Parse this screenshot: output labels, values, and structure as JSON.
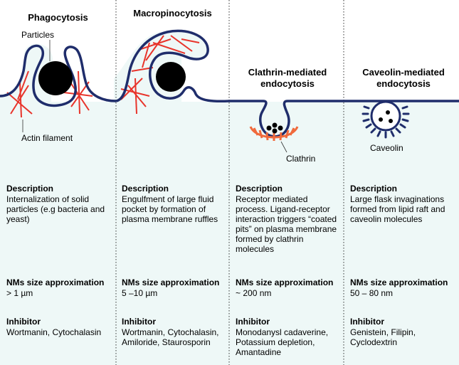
{
  "colors": {
    "membrane": "#1f2d6b",
    "actin": "#e8342b",
    "clathrin": "#f06a3c",
    "cytoplasm": "#eef8f7",
    "particle": "#000000"
  },
  "labels": {
    "particles": "Particles",
    "actin_filament": "Actin filament",
    "clathrin": "Clathrin",
    "caveolin": "Caveolin"
  },
  "columns": [
    {
      "title": "Phagocytosis",
      "description_heading": "Description",
      "description": "Internalization of solid particles (e.g bacteria and yeast)",
      "size_heading": "NMs size approximation",
      "size": "> 1 µm",
      "inhibitor_heading": "Inhibitor",
      "inhibitor": "Wortmanin, Cytochalasin"
    },
    {
      "title": "Macropinocytosis",
      "description_heading": "Description",
      "description": "Engulfment of large fluid pocket by formation of plasma membrane ruffles",
      "size_heading": "NMs size approximation",
      "size": "5 –10 µm",
      "inhibitor_heading": "Inhibitor",
      "inhibitor": "Wortmanin, Cytochalasin, Amiloride, Staurosporin"
    },
    {
      "title": "Clathrin-mediated endocytosis",
      "description_heading": "Description",
      "description": "Receptor mediated process. Ligand-receptor interaction triggers “coated pits” on plasma membrane formed by clathrin molecules",
      "size_heading": "NMs size approximation",
      "size": "~ 200 nm",
      "inhibitor_heading": "Inhibitor",
      "inhibitor": "Monodanysl cadaverine, Potassium depletion, Amantadine"
    },
    {
      "title": "Caveolin-mediated endocytosis",
      "description_heading": "Description",
      "description": "Large flask invaginations formed from lipid raft and caveolin molecules",
      "size_heading": "NMs size approximation",
      "size": "50 – 80 nm",
      "inhibitor_heading": "Inhibitor",
      "inhibitor": "Genistein, Filipin, Cyclodextrin"
    }
  ]
}
